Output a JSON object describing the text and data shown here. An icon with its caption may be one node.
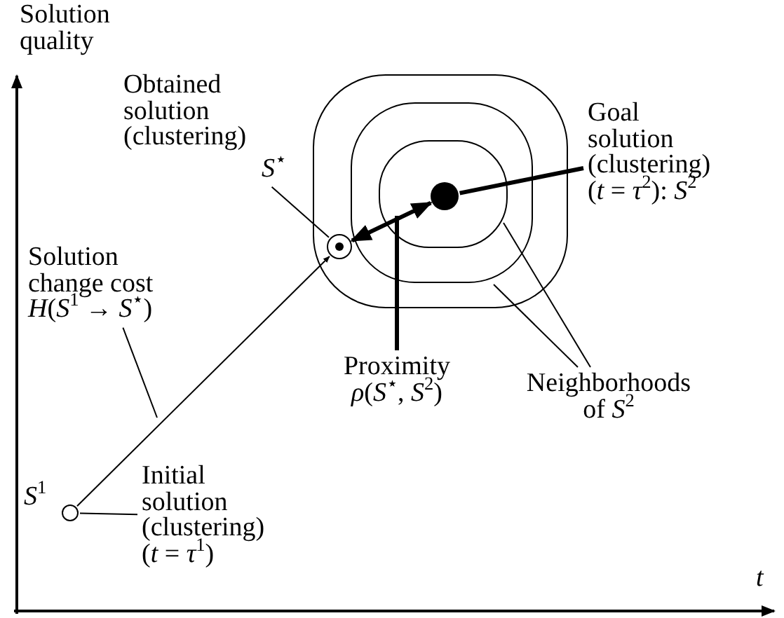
{
  "diagram": {
    "nodes": [
      {
        "text": [],
        "shape": "box"
      },
      {
        "text": [],
        "shape": "box",
        "in": 0
      },
      {
        "text": [],
        "shape": "box",
        "in": 1
      },
      {
        "text": [],
        "shape": "circle",
        "in": 2
      },
      {
        "text": [
          "Obtained solution (clustering)",
          "*S*$^{⋆}$"
        ]
      },
      {
        "text": [],
        "shape": "circle",
        "in": 0
      },
      {
        "text": [
          "Goal solution (clustering) (*t* = *τ*$^{2}$): *S*$^{2}$"
        ]
      },
      {
        "text": [
          "Solution change cost",
          "*H*(*S*$^{1}$ → *S*$^{⋆}$)"
        ]
      },
      {
        "text": [],
        "shape": "circle",
        "beside": [
          "*S*$^{1}$"
        ]
      },
      {
        "text": [
          "Proximity",
          "*ρ*(*S*$^{⋆}$, *S*$^{2}$)"
        ]
      },
      {
        "text": [
          "Neighborhoods of *S*$^{2}$"
        ]
      },
      {
        "text": [
          "Initial solution (clustering) (*t* = *τ*$^{1}$)"
        ]
      }
    ],
    "edges": [
      {
        "from": 8,
        "to": 5,
        "arrow": "to"
      },
      {
        "from": 5,
        "to": 3,
        "arrow": "both",
        "style": "thick"
      },
      {
        "from": 4,
        "to": 5,
        "arrow": "none"
      },
      {
        "from": 6,
        "to": 3,
        "arrow": "none",
        "style": "thick"
      },
      {
        "from": 7,
        "to": null,
        "arrow": "none"
      },
      {
        "from": 9,
        "to": null,
        "arrow": "none",
        "style": "thick"
      },
      {
        "from": 10,
        "to": 2,
        "arrow": "none"
      },
      {
        "from": 10,
        "to": 1,
        "arrow": "none"
      },
      {
        "from": 11,
        "to": 8,
        "arrow": "none"
      }
    ],
    "labels": [
      "Solution quality",
      "*t*"
    ]
  }
}
